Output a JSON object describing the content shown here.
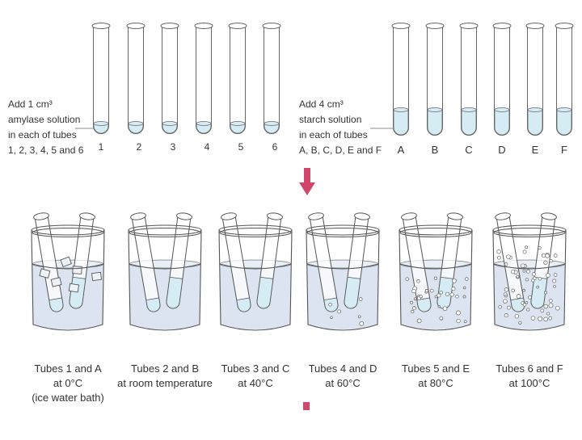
{
  "top": {
    "amylase_instruction": [
      "Add 1 cm³",
      "amylase solution",
      "in each of tubes",
      "1, 2, 3, 4, 5 and 6"
    ],
    "starch_instruction": [
      "Add 4 cm³",
      "starch solution",
      "in each of tubes",
      "A, B, C, D, E and F"
    ],
    "amylase_tubes": [
      "1",
      "2",
      "3",
      "4",
      "5",
      "6"
    ],
    "starch_tubes": [
      "A",
      "B",
      "C",
      "D",
      "E",
      "F"
    ]
  },
  "colors": {
    "arrow": "#d0476a",
    "bath_water": "#dbe4f0",
    "solution": "#d6ecf4",
    "outline": "#666666"
  },
  "baths": [
    {
      "line1": "Tubes 1 and A",
      "line2": "at 0°C",
      "line3": "(ice water bath)",
      "type": "ice"
    },
    {
      "line1": "Tubes 2 and B",
      "line2": "at room temperature",
      "line3": "",
      "type": "still"
    },
    {
      "line1": "Tubes 3 and C",
      "line2": "at 40°C",
      "line3": "",
      "type": "still"
    },
    {
      "line1": "Tubes 4 and D",
      "line2": "at 60°C",
      "line3": "",
      "type": "few-bubbles"
    },
    {
      "line1": "Tubes 5 and E",
      "line2": "at 80°C",
      "line3": "",
      "type": "bubbles"
    },
    {
      "line1": "Tubes 6 and F",
      "line2": "at 100°C",
      "line3": "",
      "type": "boiling"
    }
  ]
}
